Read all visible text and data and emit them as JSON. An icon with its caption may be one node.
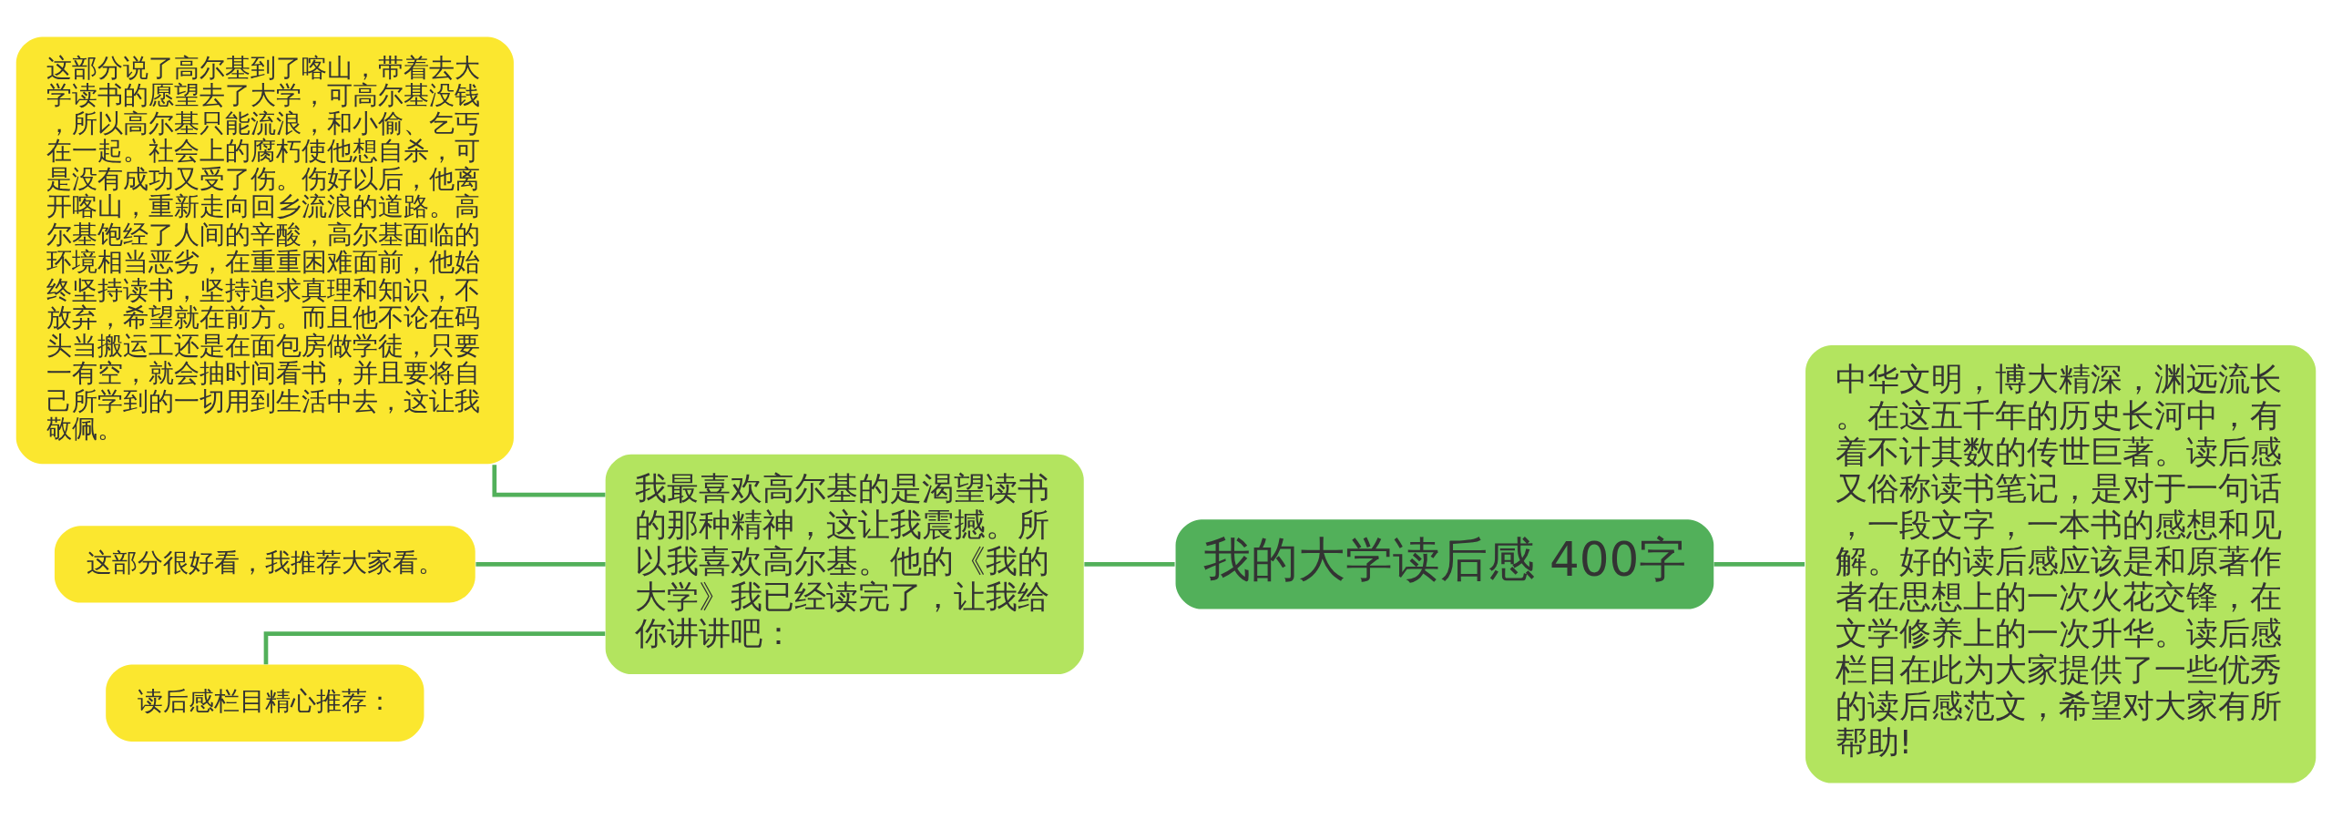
{
  "diagram": {
    "nodes": [
      {
        "text": [
          "我的大学读后感 400字"
        ]
      },
      {
        "text": [
          "我最喜欢高尔基的是渴望读书的那种精神，这让我震撼。所以我喜欢高尔基。他的《我的大学》我已经读完了，让我给你讲讲吧："
        ]
      },
      {
        "text": [
          "中华文明，博大精深，渊远流长。在这五千年的历史长河中，有着不计其数的传世巨著。读后感又俗称读书笔记，是对于一句话，一段文字，一本书的感想和见解。好的读后感应该是和原著作者在思想上的一次火花交锋，在文学修养上的一次升华。读后感栏目在此为大家提供了一些优秀的读后感范文，希望对大家有所帮助!"
        ]
      },
      {
        "text": [
          "这部分说了高尔基到了喀山，带着去大学读书的愿望去了大学，可高尔基没钱，所以高尔基只能流浪，和小偷、乞丐在一起。社会上的腐朽使他想自杀，可是没有成功又受了伤。伤好以后，他离开喀山，重新走向回乡流浪的道路。高尔基饱经了人间的辛酸，高尔基面临的环境相当恶劣，在重重困难面前，他始终坚持读书，坚持追求真理和知识，不放弃，希望就在前方。而且他不论在码头当搬运工还是在面包房做学徒，只要一有空，就会抽时间看书，并且要将自己所学到的一切用到生活中去，这让我敬佩。"
        ]
      },
      {
        "text": [
          "这部分很好看，我推荐大家看。"
        ]
      },
      {
        "text": [
          "读后感栏目精心推荐："
        ]
      }
    ],
    "edges": [
      {
        "from": 0,
        "to": 1,
        "arrow": "none"
      },
      {
        "from": 0,
        "to": 2,
        "arrow": "none"
      },
      {
        "from": 1,
        "to": 3,
        "arrow": "none"
      },
      {
        "from": 1,
        "to": 4,
        "arrow": "none"
      },
      {
        "from": 1,
        "to": 5,
        "arrow": "none"
      }
    ]
  }
}
